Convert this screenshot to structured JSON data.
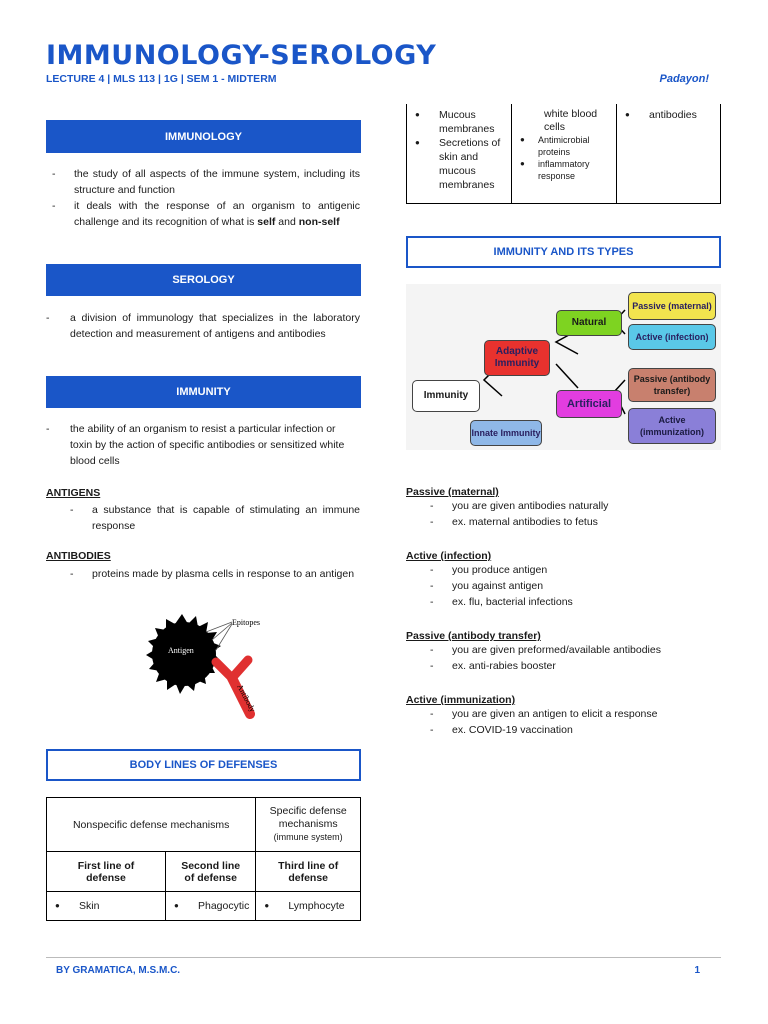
{
  "header": {
    "title": "IMMUNOLOGY-SEROLOGY",
    "subtitle": "LECTURE 4 | MLS 113 | 1G | SEM 1 - MIDTERM",
    "motto": "Padayon!"
  },
  "immunology": {
    "heading": "IMMUNOLOGY",
    "items": [
      "the study of all aspects of the immune system, including its structure and function",
      "it deals with the response of an organism to antigenic challenge and its recognition of what is"
    ],
    "bold_self": "self",
    "and_word": " and ",
    "bold_nonself": "non-self"
  },
  "serology": {
    "heading": "SEROLOGY",
    "items": [
      "a division of immunology that specializes in the laboratory detection and measurement of antigens and antibodies"
    ]
  },
  "immunity": {
    "heading": "IMMUNITY",
    "items": [
      "the ability of an organism to resist a particular infection or toxin by the action of specific antibodies or sensitized white blood cells"
    ]
  },
  "antigens": {
    "heading": "ANTIGENS",
    "items": [
      "a substance that is capable of stimulating an immune response"
    ]
  },
  "antibodies": {
    "heading": "ANTIBODIES",
    "items": [
      "proteins made by plasma cells in response to an antigen"
    ]
  },
  "antigen_figure": {
    "antigen_label": "Antigen",
    "epitopes_label": "Epitopes",
    "antibody_label": "Antibody"
  },
  "defenses": {
    "heading": "BODY LINES OF DEFENSES",
    "nonspecific_header": "Nonspecific defense mechanisms",
    "specific_header": "Specific defense mechanisms",
    "specific_sub": "(immune system)",
    "lines": [
      "First line of defense",
      "Second line of defense",
      "Third line of defense"
    ],
    "row1": [
      "Skin",
      "Phagocytic",
      "Lymphocyte"
    ]
  },
  "defenses_cont": {
    "col1": [
      "Mucous membranes",
      "Secretions of skin and mucous membranes"
    ],
    "col2_top": "white blood cells",
    "col2_small": [
      "Antimicrobial proteins",
      "inflammatory response"
    ],
    "col3": [
      "antibodies"
    ]
  },
  "immunity_types": {
    "heading": "IMMUNITY AND ITS TYPES",
    "diagram": {
      "immunity": "Immunity",
      "adaptive": "Adaptive Immunity",
      "innate": "Innate Immunity",
      "natural": "Natural",
      "artificial": "Artificial",
      "passive_maternal": "Passive (maternal)",
      "active_infection": "Active (infection)",
      "passive_transfer": "Passive (antibody transfer)",
      "active_immunization": "Active (immunization)"
    },
    "sections": [
      {
        "title": "Passive (maternal)",
        "items": [
          "you are given antibodies naturally",
          "ex. maternal antibodies to fetus"
        ]
      },
      {
        "title": "Active (infection)",
        "items": [
          "you produce antigen",
          "you against antigen",
          "ex. flu, bacterial infections"
        ]
      },
      {
        "title": "Passive (antibody transfer)",
        "items": [
          "you are given preformed/available antibodies",
          "ex. anti-rabies booster"
        ]
      },
      {
        "title": "Active (immunization)",
        "items": [
          "you are given an antigen to elicit a response",
          "ex. COVID-19 vaccination"
        ]
      }
    ]
  },
  "colors": {
    "accent": "#1a56c8",
    "natural": "#7ed321",
    "adaptive": "#e8322e",
    "artificial": "#e23de0",
    "innate": "#8fb8e8",
    "passive_maternal": "#f2e44e",
    "active_infection": "#5ac8e8",
    "passive_transfer": "#c8806e",
    "active_immunization": "#8a7fd8"
  },
  "footer": {
    "author": "BY GRAMATICA, M.S.M.C.",
    "page": "1"
  }
}
